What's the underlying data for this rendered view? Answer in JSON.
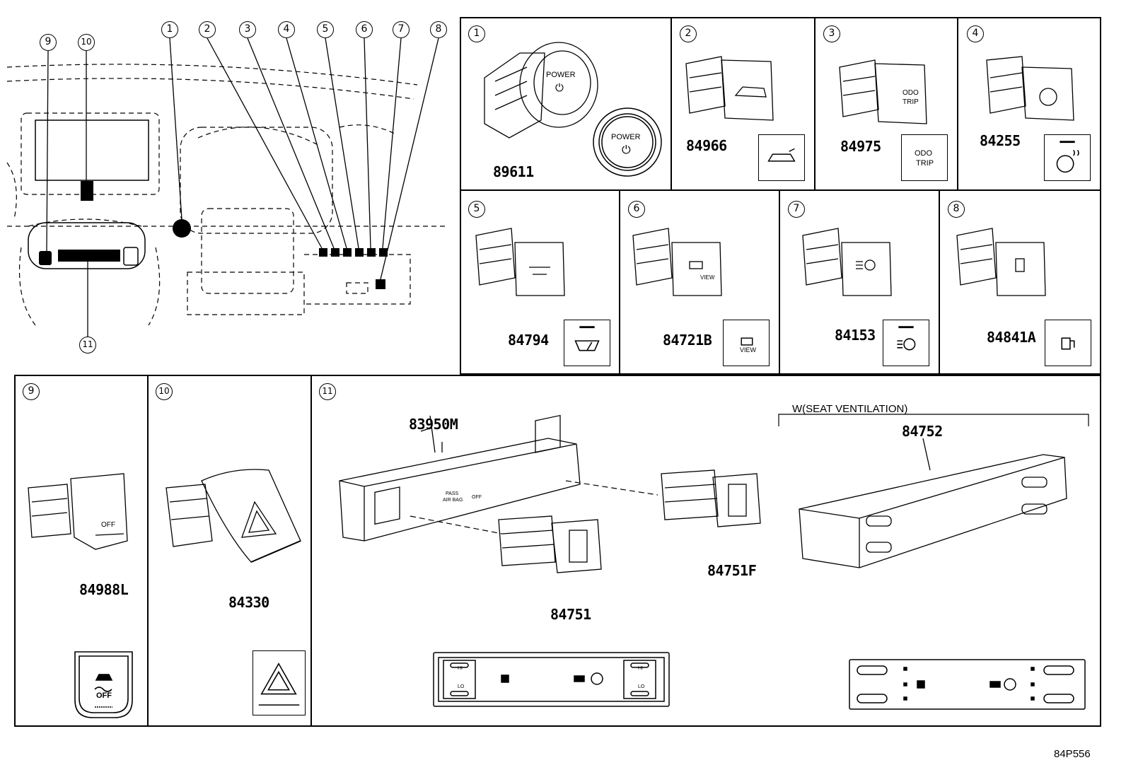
{
  "diagram_code": "84P556",
  "callouts": [
    "1",
    "2",
    "3",
    "4",
    "5",
    "6",
    "7",
    "8",
    "9",
    "10",
    "11"
  ],
  "cells": [
    {
      "id": "1",
      "parts": [
        "89611"
      ],
      "icon": "power-button-icon",
      "icon_text": [
        "POWER",
        "POWER"
      ]
    },
    {
      "id": "2",
      "parts": [
        "84966"
      ],
      "icon": "rear-liftgate-icon"
    },
    {
      "id": "3",
      "parts": [
        "84975"
      ],
      "icon": "odo-trip-icon",
      "icon_text": [
        "ODO",
        "TRIP",
        "ODO",
        "TRIP"
      ]
    },
    {
      "id": "4",
      "parts": [
        "84255"
      ],
      "icon": "heated-steering-wheel-icon"
    },
    {
      "id": "5",
      "parts": [
        "84794"
      ],
      "icon": "wiper-deicer-icon"
    },
    {
      "id": "6",
      "parts": [
        "84721B"
      ],
      "icon": "camera-view-icon",
      "icon_text": [
        "VIEW",
        "VIEW"
      ]
    },
    {
      "id": "7",
      "parts": [
        "84153"
      ],
      "icon": "auto-high-beam-icon"
    },
    {
      "id": "8",
      "parts": [
        "84841A"
      ],
      "icon": "fuel-door-icon"
    },
    {
      "id": "9",
      "parts": [
        "84988L"
      ],
      "icon": "traction-control-off-icon",
      "icon_text": [
        "OFF",
        "OFF"
      ]
    },
    {
      "id": "10",
      "parts": [
        "84330"
      ],
      "icon": "hazard-triangle-icon"
    },
    {
      "id": "11",
      "parts": [
        "83950M",
        "84751",
        "84751F",
        "84752"
      ],
      "icon": "seat-heater-panel-icon",
      "icon_text": [
        "PASS",
        "AIR BAG",
        "OFF",
        "HI",
        "LO",
        "HI",
        "LO"
      ],
      "variant_label": "W(SEAT VENTILATION)"
    }
  ]
}
